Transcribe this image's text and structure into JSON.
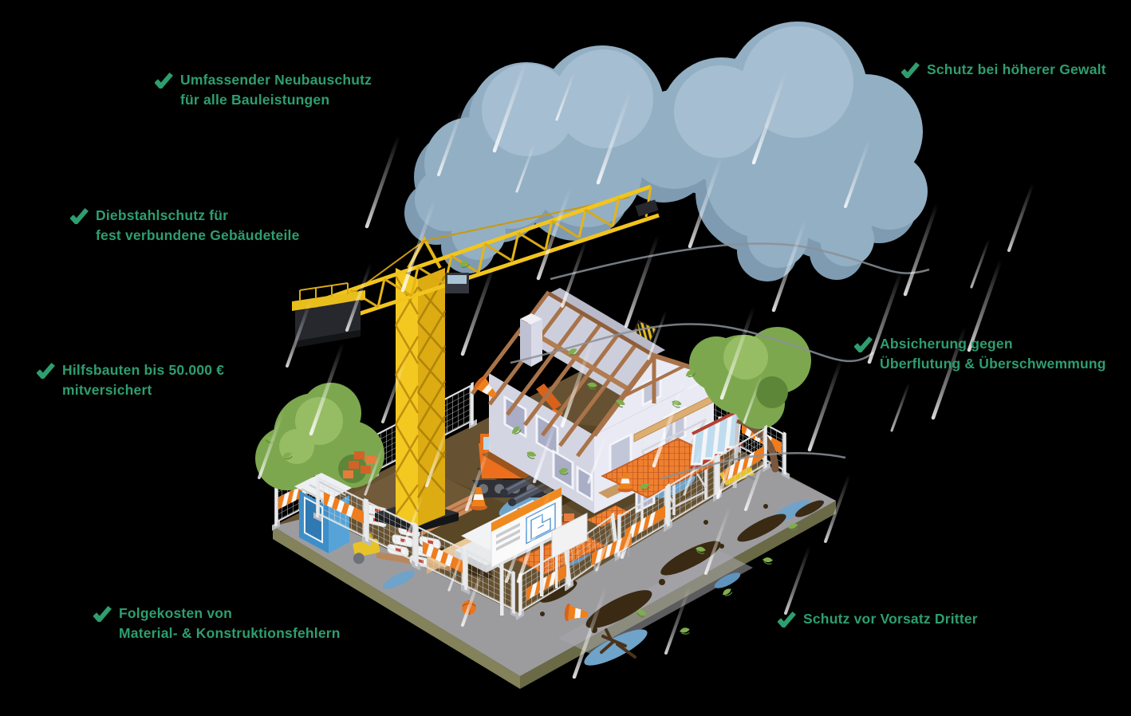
{
  "colors": {
    "background": "#000000",
    "accent_green": "#2E9E6F",
    "crane_yellow": "#F2C51D",
    "cloud_blue": "#93AFC4",
    "house_wall_light": "#E9EAF4",
    "house_wall_shade": "#D4D5E3",
    "roof_wood_brown": "#A9734A",
    "safety_orange": "#EE7D1E",
    "dirt_brown": "#665232",
    "road_gray": "#9C9C9F",
    "water_blue": "#6FA3C9",
    "tree_green": "#7DA74E",
    "fence_gray": "#E3E5E7",
    "toilet_blue": "#4D9FD6"
  },
  "labels": [
    {
      "id": "neubauschutz",
      "icon": "check-icon",
      "line1": "Umfassender Neubauschutz",
      "line2": "für alle Bauleistungen"
    },
    {
      "id": "hoehere-gewalt",
      "icon": "check-icon",
      "line1": "Schutz bei höherer Gewalt"
    },
    {
      "id": "diebstahlschutz",
      "icon": "check-icon",
      "line1": "Diebstahlschutz für",
      "line2": "fest verbundene Gebäudeteile"
    },
    {
      "id": "hilfsbauten",
      "icon": "check-icon",
      "line1": "Hilfsbauten bis 50.000 €",
      "line2": "mitversichert"
    },
    {
      "id": "ueberflutung",
      "icon": "check-icon",
      "line1": "Absicherung gegen",
      "line2": "Überflutung & Überschwemmung"
    },
    {
      "id": "folgekosten",
      "icon": "check-icon",
      "line1": "Folgekosten von",
      "line2": "Material- & Konstruktionsfehlern"
    },
    {
      "id": "vorsatz-dritter",
      "icon": "check-icon",
      "line1": "Schutz vor Vorsatz Dritter"
    }
  ]
}
